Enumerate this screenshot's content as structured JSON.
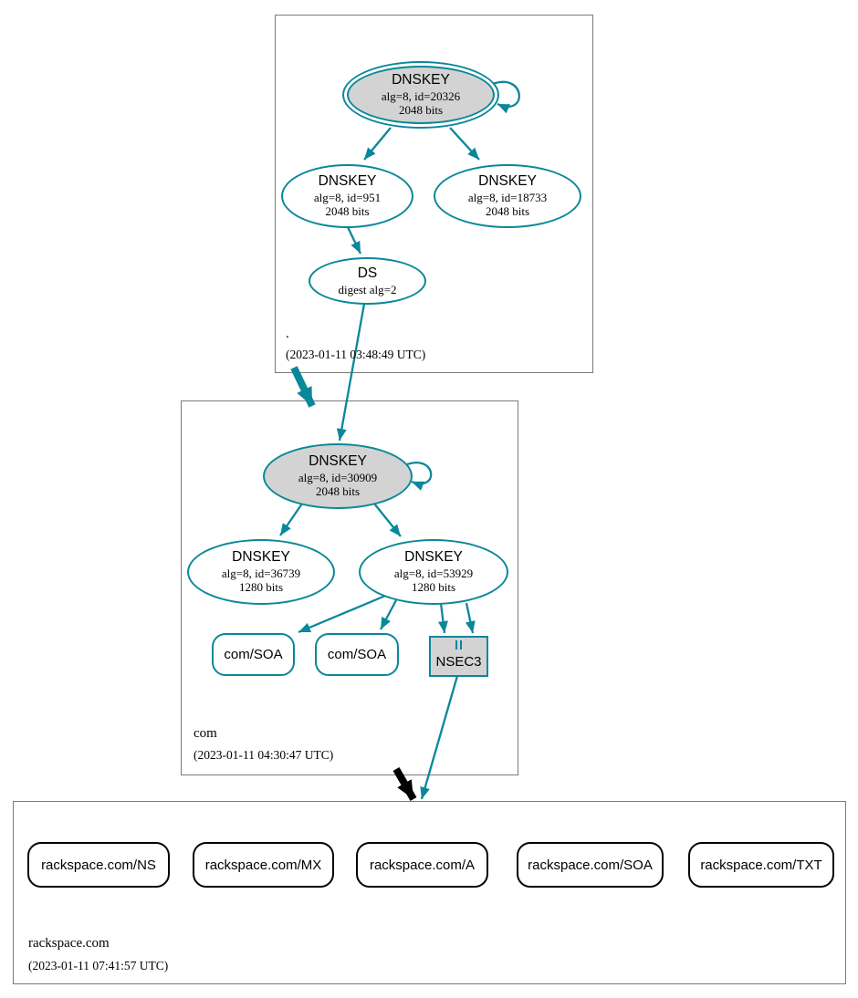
{
  "diagram": {
    "type": "dnssec-authentication-chain",
    "colors": {
      "secure_teal": "#0a879a",
      "insecure_black": "#000000",
      "key_fill_gray": "#d3d3d3",
      "zone_border_gray": "#7a7a7a"
    },
    "zones": {
      "root": {
        "label": ".",
        "timestamp": "(2023-01-11 03:48:49 UTC)",
        "nodes": {
          "ksk": {
            "title": "DNSKEY",
            "alg": "alg=8, id=20326",
            "bits": "2048 bits"
          },
          "zsk1": {
            "title": "DNSKEY",
            "alg": "alg=8, id=951",
            "bits": "2048 bits"
          },
          "zsk2": {
            "title": "DNSKEY",
            "alg": "alg=8, id=18733",
            "bits": "2048 bits"
          },
          "ds": {
            "title": "DS",
            "alg": "digest alg=2"
          }
        }
      },
      "com": {
        "label": "com",
        "timestamp": "(2023-01-11 04:30:47 UTC)",
        "nodes": {
          "ksk": {
            "title": "DNSKEY",
            "alg": "alg=8, id=30909",
            "bits": "2048 bits"
          },
          "zsk1": {
            "title": "DNSKEY",
            "alg": "alg=8, id=36739",
            "bits": "1280 bits"
          },
          "zsk2": {
            "title": "DNSKEY",
            "alg": "alg=8, id=53929",
            "bits": "1280 bits"
          },
          "soa1": {
            "label": "com/SOA"
          },
          "soa2": {
            "label": "com/SOA"
          },
          "nsec3": {
            "label": "NSEC3"
          }
        }
      },
      "rackspace": {
        "label": "rackspace.com",
        "timestamp": "(2023-01-11 07:41:57 UTC)",
        "rrsets": [
          {
            "label": "rackspace.com/NS"
          },
          {
            "label": "rackspace.com/MX"
          },
          {
            "label": "rackspace.com/A"
          },
          {
            "label": "rackspace.com/SOA"
          },
          {
            "label": "rackspace.com/TXT"
          }
        ]
      }
    }
  }
}
